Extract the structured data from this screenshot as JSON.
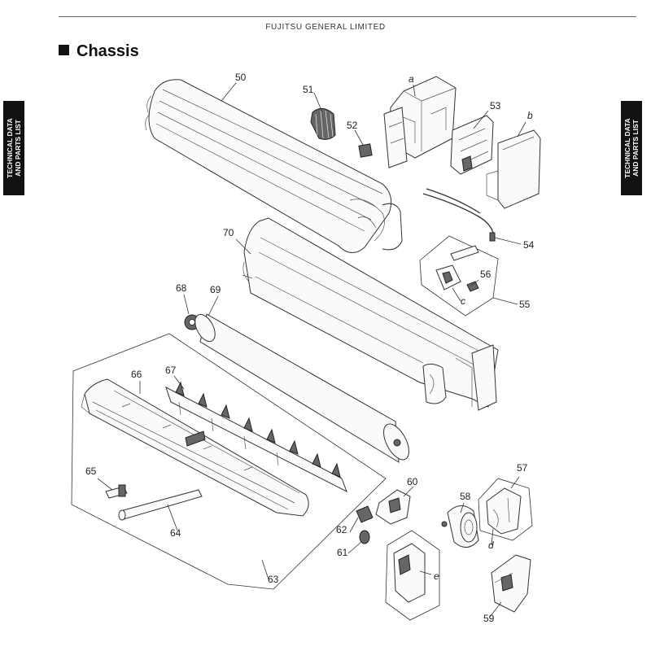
{
  "header": {
    "company": "FUJITSU GENERAL LIMITED"
  },
  "title": "Chassis",
  "side_tab": {
    "line1": "TECHNICAL DATA",
    "line2": "AND PARTS LIST"
  },
  "labels": {
    "p50": "50",
    "p51": "51",
    "p52": "52",
    "a": "a",
    "p53": "53",
    "b": "b",
    "p54": "54",
    "p55": "55",
    "p56": "56",
    "c": "c",
    "p57": "57",
    "d": "d",
    "p58": "58",
    "p59": "59",
    "p60": "60",
    "p61": "61",
    "p62": "62",
    "p63": "63",
    "p64": "64",
    "p65": "65",
    "p66": "66",
    "p67": "67",
    "p68": "68",
    "p69": "69",
    "p70": "70",
    "e": "e"
  }
}
